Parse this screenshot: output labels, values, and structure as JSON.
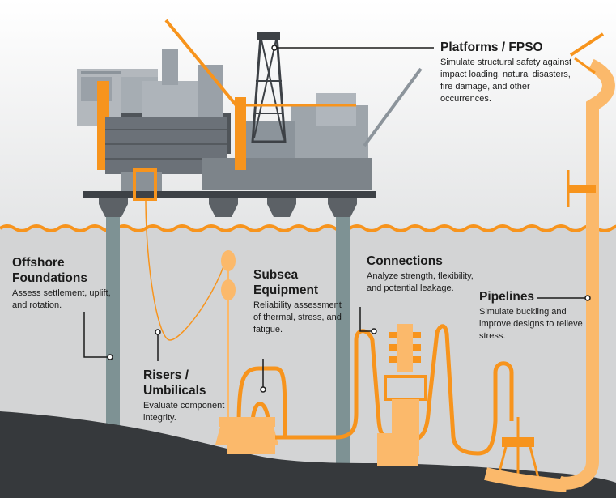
{
  "callouts": {
    "platforms": {
      "title": "Platforms / FPSO",
      "description": "Simulate structural safety against impact loading, natural disasters, fire damage, and other occurrences."
    },
    "foundations": {
      "title": "Offshore Foundations",
      "description": "Assess settlement, uplift, and rotation."
    },
    "risers": {
      "title": "Risers / Umbilicals",
      "description": "Evaluate component integrity."
    },
    "subsea": {
      "title": "Subsea Equipment",
      "description": "Reliability assessment of thermal, stress, and fatigue."
    },
    "connections": {
      "title": "Connections",
      "description": "Analyze strength, flexibility, and potential leakage."
    },
    "pipelines": {
      "title": "Pipelines",
      "description": "Simulate buckling and improve designs to relieve stress."
    }
  },
  "colors": {
    "accent_orange": "#f7941d",
    "light_orange": "#fbb96b",
    "seafloor": "#36393c",
    "sea": "#d3d4d5",
    "platform_grey": "#5c6166",
    "column_teal": "#7e9294"
  }
}
